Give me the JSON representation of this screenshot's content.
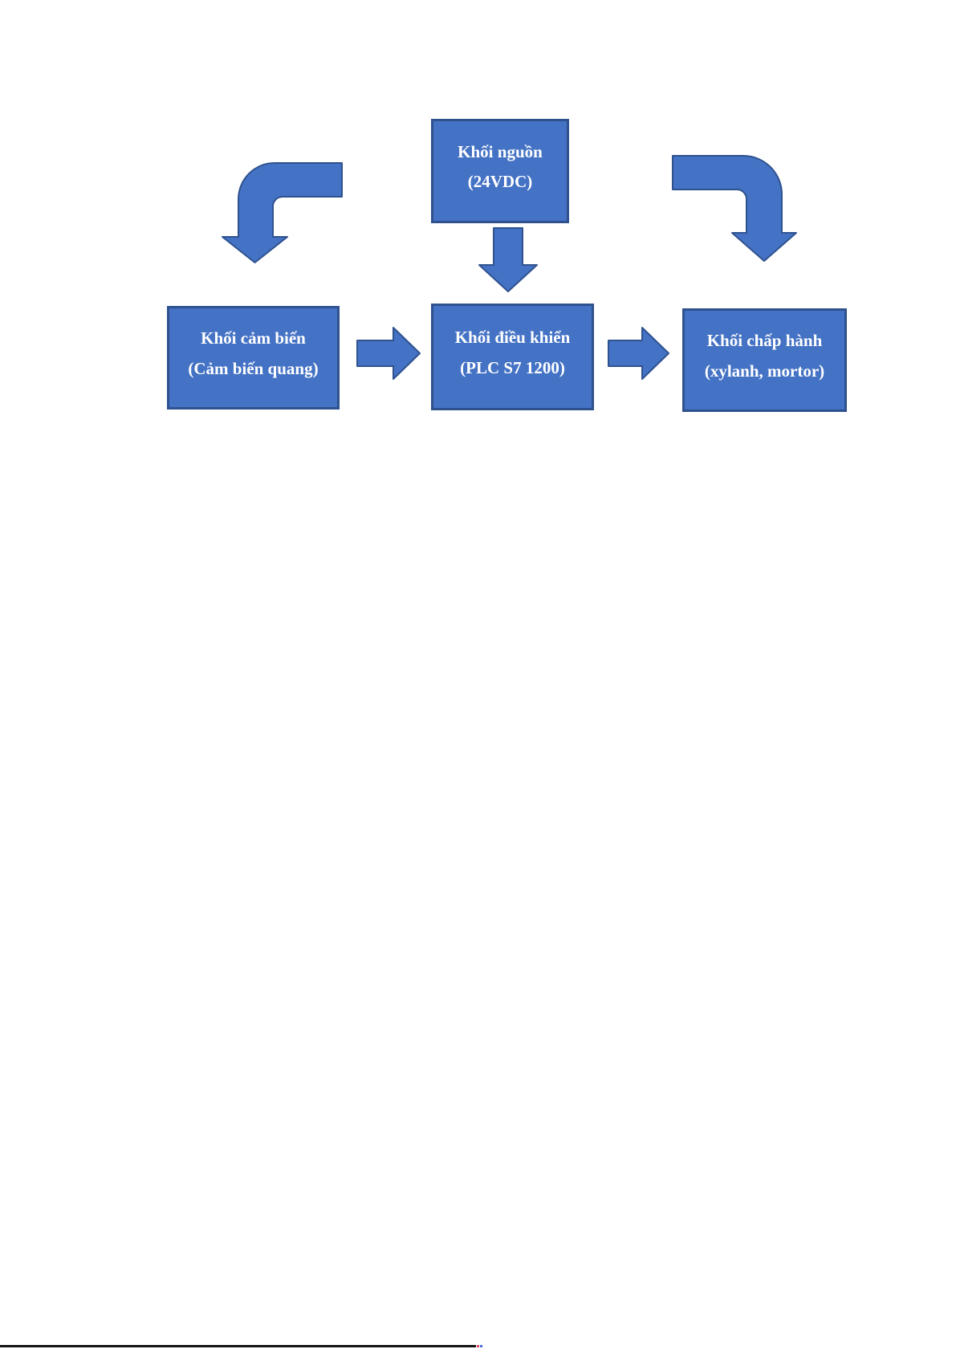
{
  "page": {
    "background": "#ffffff",
    "bottom_line_color": "#151515",
    "artifact_dot_colors": [
      "#e04a6a",
      "#4a6ae0"
    ]
  },
  "diagram": {
    "colors": {
      "fill": "#4472c4",
      "border": "#2f528f",
      "text": "#ffffff"
    },
    "nodes": {
      "power": {
        "line1": "Khối nguồn",
        "line2": "(24VDC)"
      },
      "sensor": {
        "line1": "Khối cảm biến",
        "line2": "(Cảm biến quang)"
      },
      "controller": {
        "line1": "Khối điều khiển",
        "line2": "(PLC S7 1200)"
      },
      "actuator": {
        "line1": "Khối chấp hành",
        "line2": "(xylanh, mortor)"
      }
    },
    "connections": [
      {
        "from": "power",
        "to": "sensor",
        "style": "elbow-down-left"
      },
      {
        "from": "power",
        "to": "controller",
        "style": "straight-down"
      },
      {
        "from": "power",
        "to": "actuator",
        "style": "elbow-down-right"
      },
      {
        "from": "sensor",
        "to": "controller",
        "style": "block-arrow-right"
      },
      {
        "from": "controller",
        "to": "actuator",
        "style": "block-arrow-right"
      }
    ]
  }
}
